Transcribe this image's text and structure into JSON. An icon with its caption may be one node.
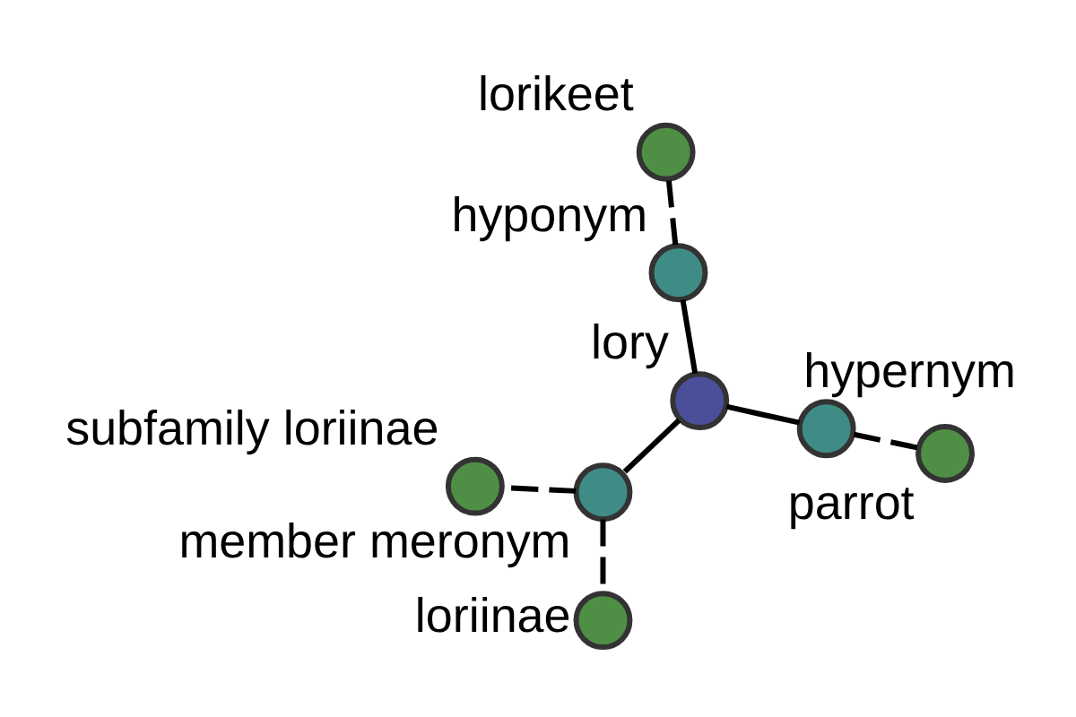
{
  "diagram": {
    "nodes": [
      {
        "text": [
          "lory"
        ]
      },
      {
        "text": [
          "hypernym"
        ]
      },
      {
        "text": [
          "parrot"
        ]
      },
      {
        "text": [
          "hyponym"
        ]
      },
      {
        "text": [
          "lorikeet"
        ]
      },
      {
        "text": [
          "member meronym"
        ]
      },
      {
        "text": [
          "subfamily loriinae"
        ]
      },
      {
        "text": [
          "loriinae"
        ]
      }
    ],
    "edges": [
      {
        "from": 0,
        "to": 1,
        "arrow": "none"
      },
      {
        "from": 1,
        "to": 2,
        "arrow": "none",
        "style": "dashed"
      },
      {
        "from": 0,
        "to": 3,
        "arrow": "none"
      },
      {
        "from": 3,
        "to": 4,
        "arrow": "none",
        "style": "dashed"
      },
      {
        "from": 0,
        "to": 5,
        "arrow": "none"
      },
      {
        "from": 5,
        "to": 6,
        "arrow": "none",
        "style": "dashed"
      },
      {
        "from": 5,
        "to": 7,
        "arrow": "none",
        "style": "dashed"
      }
    ]
  }
}
